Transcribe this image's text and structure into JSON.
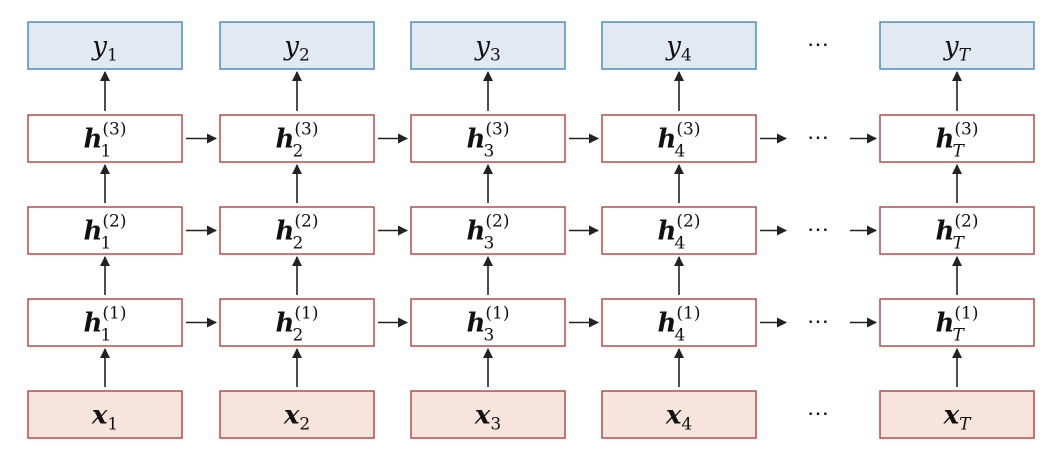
{
  "colors": {
    "output_fill": "#e3e9f2",
    "output_stroke": "#4a8fc0",
    "hidden_fill": "#ffffff",
    "hidden_stroke": "#b84a4a",
    "input_fill": "#f7e4dc",
    "input_stroke": "#b84a4a",
    "arrow": "#222222"
  },
  "ellipsis": "⋯",
  "columns": [
    {
      "output": {
        "base": "y",
        "sub": "1"
      },
      "hidden": [
        {
          "base": "h",
          "sub": "1",
          "sup": "(3)"
        },
        {
          "base": "h",
          "sub": "1",
          "sup": "(2)"
        },
        {
          "base": "h",
          "sub": "1",
          "sup": "(1)"
        }
      ],
      "input": {
        "base": "x",
        "sub": "1"
      }
    },
    {
      "output": {
        "base": "y",
        "sub": "2"
      },
      "hidden": [
        {
          "base": "h",
          "sub": "2",
          "sup": "(3)"
        },
        {
          "base": "h",
          "sub": "2",
          "sup": "(2)"
        },
        {
          "base": "h",
          "sub": "2",
          "sup": "(1)"
        }
      ],
      "input": {
        "base": "x",
        "sub": "2"
      }
    },
    {
      "output": {
        "base": "y",
        "sub": "3"
      },
      "hidden": [
        {
          "base": "h",
          "sub": "3",
          "sup": "(3)"
        },
        {
          "base": "h",
          "sub": "3",
          "sup": "(2)"
        },
        {
          "base": "h",
          "sub": "3",
          "sup": "(1)"
        }
      ],
      "input": {
        "base": "x",
        "sub": "3"
      }
    },
    {
      "output": {
        "base": "y",
        "sub": "4"
      },
      "hidden": [
        {
          "base": "h",
          "sub": "4",
          "sup": "(3)"
        },
        {
          "base": "h",
          "sub": "4",
          "sup": "(2)"
        },
        {
          "base": "h",
          "sub": "4",
          "sup": "(1)"
        }
      ],
      "input": {
        "base": "x",
        "sub": "4"
      }
    },
    {
      "output": {
        "base": "y",
        "sub": "T"
      },
      "hidden": [
        {
          "base": "h",
          "sub": "T",
          "sup": "(3)"
        },
        {
          "base": "h",
          "sub": "T",
          "sup": "(2)"
        },
        {
          "base": "h",
          "sub": "T",
          "sup": "(1)"
        }
      ],
      "input": {
        "base": "x",
        "sub": "T"
      }
    }
  ]
}
